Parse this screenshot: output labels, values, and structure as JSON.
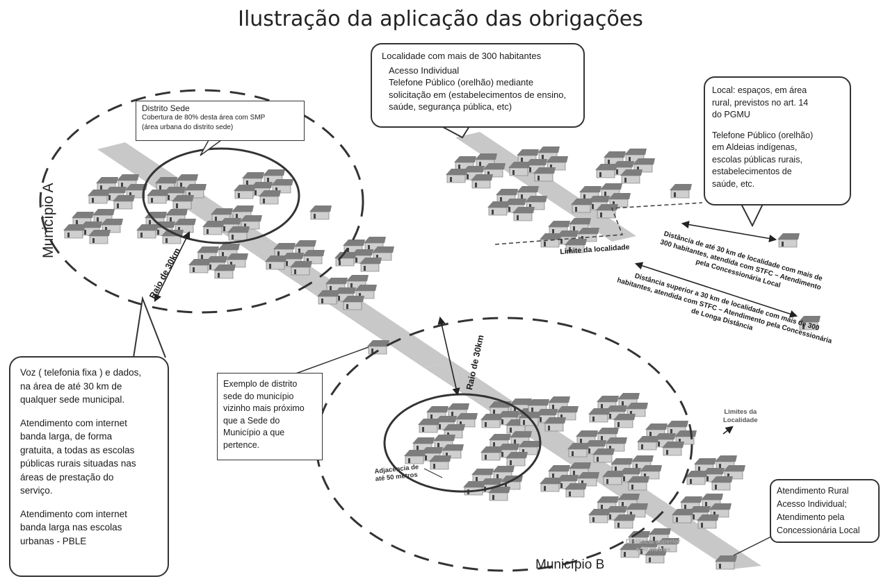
{
  "title": "Ilustração da aplicação das obrigações",
  "municipalities": {
    "a": "Município A",
    "b": "Município B"
  },
  "radius_label": "Raio de 30km",
  "distrito_sede_box": {
    "heading": "Distrito Sede",
    "lines": [
      "Cobertura de 80% desta área com SMP",
      "(área urbana do distrito sede)"
    ]
  },
  "localidade_box": {
    "heading": "Localidade com mais de 300 habitantes",
    "lines": [
      "Acesso Individual",
      "Telefone Público (orelhão) mediante",
      "solicitação em (estabelecimentos de ensino,",
      "saúde, segurança pública, etc)"
    ]
  },
  "local_box": {
    "lines": [
      "Local: espaços, em área",
      "rural, previstos no art. 14",
      "do PGMU",
      "",
      "Telefone Público (orelhão)",
      "em Aldeias indígenas,",
      "escolas públicas rurais,",
      "estabelecimentos de",
      "saúde, etc."
    ]
  },
  "voz_box": {
    "lines": [
      "Voz ( telefonia fixa ) e dados,",
      "na área de até 30 km de",
      "qualquer sede municipal.",
      "",
      "Atendimento com internet",
      "banda larga, de forma",
      "gratuita, a todas as escolas",
      "públicas rurais situadas nas",
      "áreas de prestação do",
      "serviço.",
      "",
      "Atendimento com internet",
      "banda larga nas escolas",
      "urbanas - PBLE"
    ]
  },
  "exemplo_box": {
    "lines": [
      "Exemplo de distrito",
      "sede do município",
      "vizinho mais próximo",
      "que a Sede do",
      "Município a que",
      "pertence."
    ]
  },
  "rural_box": {
    "lines": [
      "Atendimento Rural",
      "Acesso Individual;",
      "Atendimento pela",
      "Concessionária Local"
    ]
  },
  "labels": {
    "limite_localidade": "Limite da localidade",
    "dist_ate_30": [
      "Distância de até 30 km de localidade com mais de",
      "300 habitantes, atendida com STFC – Atendimento",
      "pela Concessionária Local"
    ],
    "dist_sup_30": [
      "Distância superior a 30 km de localidade com mais de 300",
      "habitantes, atendida com STFC – Atendimento pela Concessionária",
      "de Longa Distância"
    ],
    "limites_localidade": [
      "Limites da",
      "Localidade"
    ],
    "adjacencia": [
      "Adjacência de",
      "até 50 metros"
    ],
    "dist_sup_50": [
      "Distância superior",
      "a 50 metros"
    ]
  },
  "colors": {
    "road": "#c8c8c8",
    "roof": "#7d7d7d",
    "wall": "#cfcfcf",
    "outline": "#333333"
  },
  "icons": [
    "house-icon",
    "road-strip",
    "dashed-circle",
    "double-arrow"
  ]
}
